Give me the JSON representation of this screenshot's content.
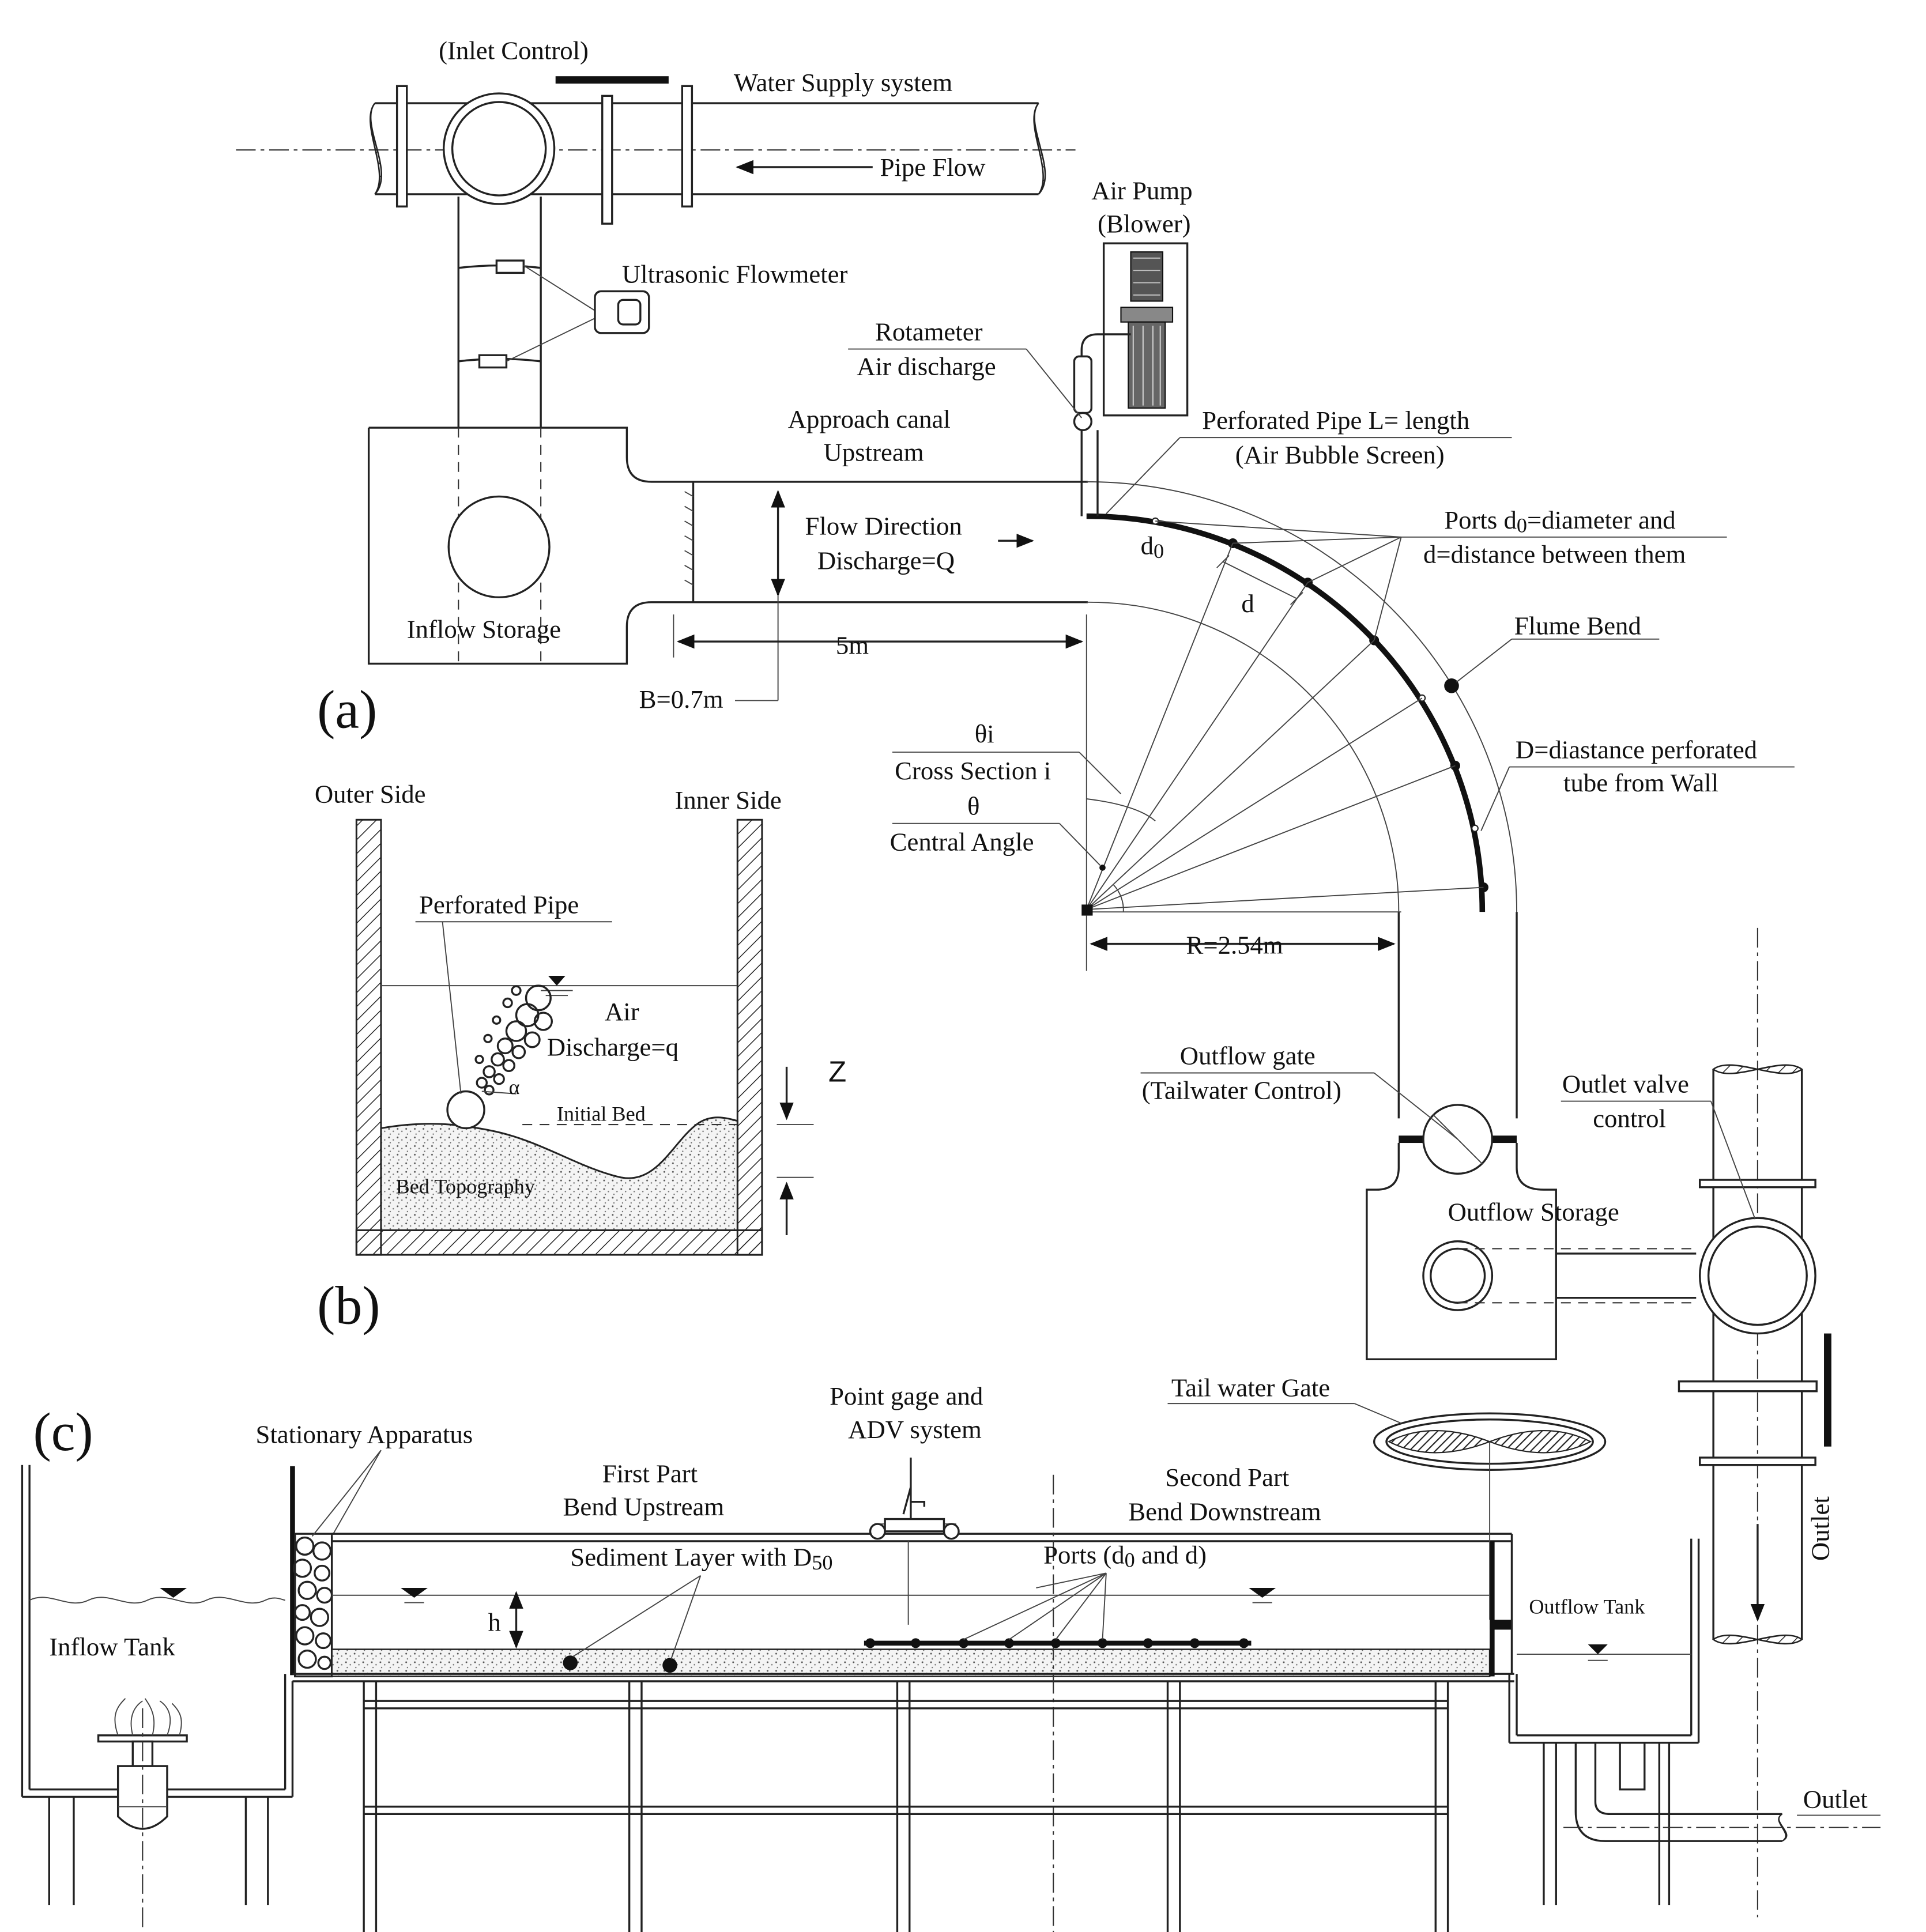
{
  "panels": {
    "a": "(a)",
    "b": "(b)",
    "c": "(c)"
  },
  "labels_a": {
    "inlet_control": "(Inlet Control)",
    "water_supply": "Water Supply system",
    "pipe_flow": "Pipe Flow",
    "air_pump": "Air Pump",
    "blower": "(Blower)",
    "ultrasonic": "Ultrasonic Flowmeter",
    "rotameter": "Rotameter",
    "air_discharge": "Air discharge",
    "approach_1": "Approach canal",
    "approach_2": "Upstream",
    "perf_pipe_1": "Perforated Pipe L= length",
    "perf_pipe_2": "(Air Bubble Screen)",
    "flow_dir": "Flow Direction",
    "discharge": "Discharge=Q",
    "ports_1": "Ports d",
    "ports_sub": "0",
    "ports_2": "=diameter and",
    "ports_3": "d=distance between them",
    "d0_main": "d",
    "d0_sub": "0",
    "d_label": "d",
    "inflow_storage": "Inflow Storage",
    "flume_bend": "Flume Bend",
    "five_m": "5m",
    "b_width": "B=0.7m",
    "theta_i": "θi",
    "cross_section": "Cross Section i",
    "theta": "θ",
    "central_angle": "Central Angle",
    "d_dist_1": "D=diastance perforated",
    "d_dist_2": "tube from Wall",
    "radius": "R=2.54m",
    "outflow_gate_1": "Outflow gate",
    "outflow_gate_2": "(Tailwater Control)",
    "outlet_valve_1": "Outlet valve",
    "outlet_valve_2": "control",
    "outflow_storage": "Outflow Storage",
    "outlet_v": "Outlet"
  },
  "labels_b": {
    "outer_side": "Outer Side",
    "inner_side": "Inner Side",
    "perf_pipe": "Perforated Pipe",
    "air": "Air",
    "air_discharge": "Discharge=q",
    "alpha": "α",
    "initial_bed": "Initial Bed",
    "bed_topography": "Bed Topography",
    "z": "Z"
  },
  "labels_c": {
    "stationary": "Stationary Apparatus",
    "point_gage_1": "Point gage and",
    "point_gage_2": "ADV system",
    "tail_gate": "Tail water Gate",
    "first_part_1": "First Part",
    "first_part_2": "Bend Upstream",
    "second_part_1": "Second Part",
    "second_part_2": "Bend Downstream",
    "sediment_1": "Sediment Layer  with D",
    "sediment_sub": "50",
    "ports_c_1": "Ports (d",
    "ports_c_sub": "0",
    "ports_c_2": " and d)",
    "inflow_tank": "Inflow Tank",
    "outflow_tank": "Outflow Tank",
    "h": "h",
    "outlet_h": "Outlet"
  }
}
